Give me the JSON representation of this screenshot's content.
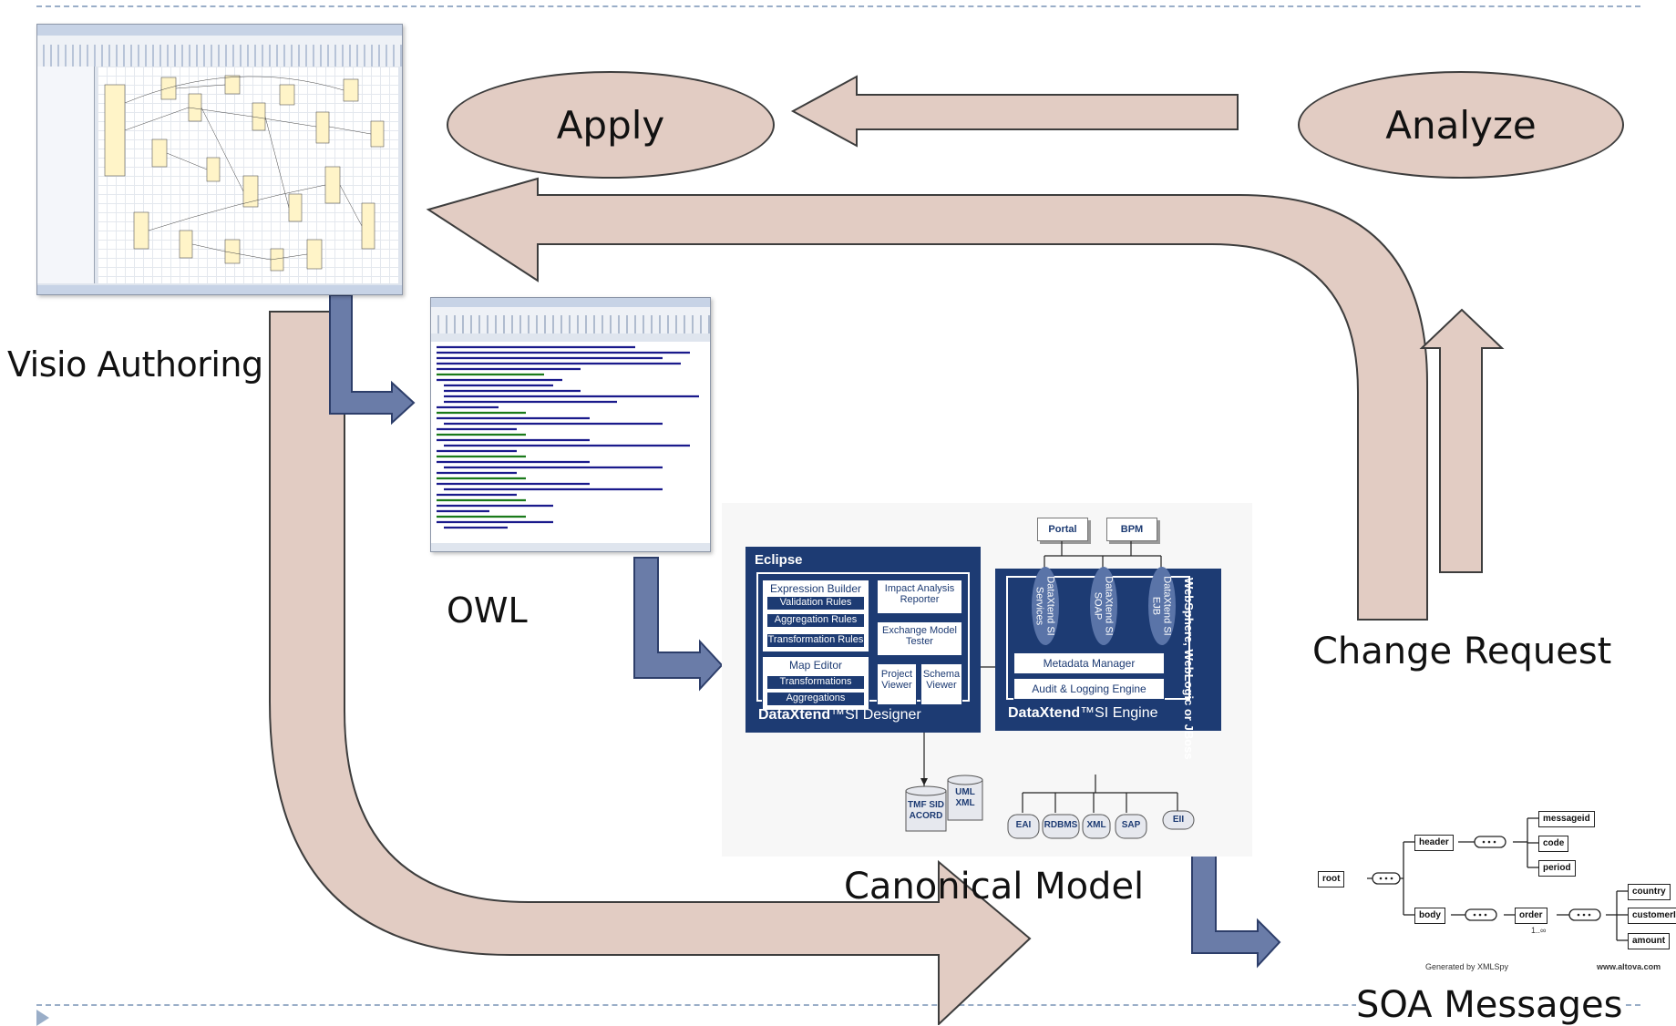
{
  "labels": {
    "apply": "Apply",
    "analyze": "Analyze",
    "visio_authoring": "Visio Authoring",
    "owl": "OWL",
    "canonical_model": "Canonical Model",
    "change_request": "Change Request",
    "soa_messages": "SOA Messages"
  },
  "architecture": {
    "eclipse_title": "Eclipse",
    "designer_label": "DataXtend",
    "designer_suffix": "™SI Designer",
    "engine_label": "DataXtend",
    "engine_suffix": "™SI Engine",
    "runtime": "WebSphere, WebLogic or JBoss",
    "expression_builder": "Expression Builder",
    "validation_rules": "Validation Rules",
    "aggregation_rules": "Aggregation Rules",
    "transformation_rules": "Transformation Rules",
    "map_editor": "Map Editor",
    "transformations": "Transformations",
    "aggregations": "Aggregations",
    "impact_analysis": "Impact Analysis Reporter",
    "exchange_model": "Exchange Model Tester",
    "project_viewer": "Project Viewer",
    "schema_viewer": "Schema Viewer",
    "metadata_manager": "Metadata Manager",
    "audit_logging": "Audit & Logging Engine",
    "portal": "Portal",
    "bpm": "BPM",
    "svc_services": "DataXtend SI\nServices",
    "svc_soap": "DataXtend SI\nSOAP",
    "svc_ejb": "DataXtend SI\nEJB",
    "tmf": "TMF SID\nACORD",
    "uml": "UML\nXML",
    "eai": "EAI",
    "rdbms": "RDBMS",
    "xml": "XML",
    "sap": "SAP",
    "eii": "EII"
  },
  "xmlspy": {
    "root": "root",
    "header": "header",
    "body": "body",
    "order": "order",
    "messageid": "messageid",
    "code": "code",
    "period": "period",
    "country": "country",
    "customerID": "customerID",
    "amount": "amount",
    "multiplicity": "1..∞",
    "generated_by": "Generated by XMLSpy",
    "site": "www.altova.com"
  },
  "colors": {
    "big_arrow_fill": "#e2ccc3",
    "small_arrow_fill": "#6a7ca8",
    "panel_blue": "#1d3b73"
  }
}
